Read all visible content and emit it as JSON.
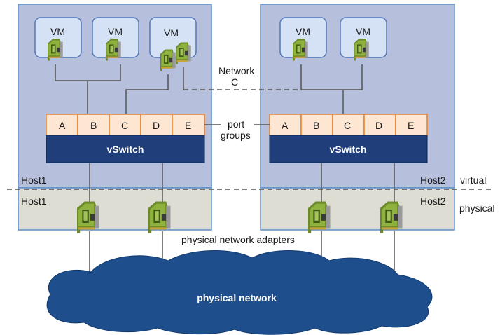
{
  "vm_label": "VM",
  "port_group_letters": [
    "A",
    "B",
    "C",
    "D",
    "E"
  ],
  "vswitch_label": "vSwitch",
  "host1_label": "Host1",
  "host2_label": "Host2",
  "network_c_line1": "Network",
  "network_c_line2": "C",
  "port_groups_line1": "port",
  "port_groups_line2": "groups",
  "virtual_label": "virtual",
  "physical_label": "physical",
  "adapters_label": "physical network adapters",
  "physical_network_label": "physical network",
  "colors": {
    "host_virtual_bg": "#b6bfdc",
    "host_physical_bg": "#deddd3",
    "host_border": "#5b8fc7",
    "vm_fill": "#d5e1f4",
    "vm_stroke": "#5478b8",
    "portgroup_fill": "#fde6d2",
    "portgroup_stroke": "#e67e2e",
    "vswitch_fill": "#1f3e7a",
    "cloud_fill": "#1e4f8c",
    "nic_green": "#6c8a2a",
    "line": "#555555"
  }
}
